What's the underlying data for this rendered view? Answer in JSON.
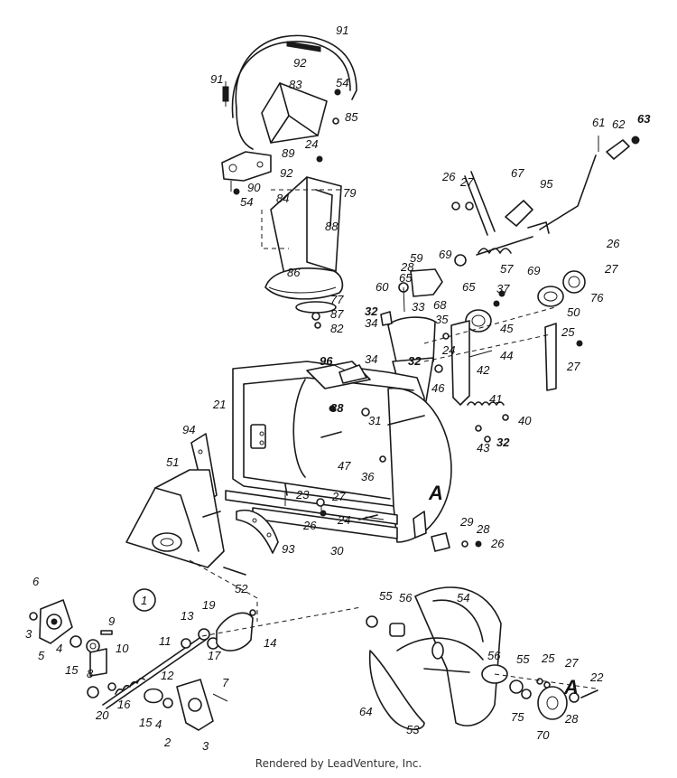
{
  "footer": "Rendered by LeadVenture, Inc.",
  "callout": "1",
  "section_mark": "A",
  "labels": [
    "91",
    "92",
    "91",
    "83",
    "54",
    "85",
    "24",
    "89",
    "92",
    "90",
    "54",
    "84",
    "79",
    "88",
    "86",
    "77",
    "87",
    "82",
    "61",
    "62",
    "63",
    "26",
    "27",
    "67",
    "95",
    "26",
    "27",
    "59",
    "28",
    "60",
    "65",
    "33",
    "69",
    "65",
    "68",
    "57",
    "69",
    "76",
    "37",
    "32",
    "34",
    "45",
    "35",
    "24",
    "42",
    "44",
    "34",
    "32",
    "50",
    "25",
    "27",
    "96",
    "46",
    "21",
    "38",
    "31",
    "41",
    "40",
    "43",
    "32",
    "94",
    "47",
    "36",
    "23",
    "27",
    "26",
    "24",
    "51",
    "29",
    "28",
    "26",
    "30",
    "93",
    "52",
    "6",
    "9",
    "13",
    "19",
    "3",
    "5",
    "4",
    "15",
    "10",
    "11",
    "8",
    "17",
    "14",
    "55",
    "56",
    "54",
    "12",
    "7",
    "16",
    "20",
    "15",
    "4",
    "2",
    "3",
    "56",
    "55",
    "25",
    "27",
    "22",
    "64",
    "53",
    "75",
    "28",
    "70"
  ]
}
